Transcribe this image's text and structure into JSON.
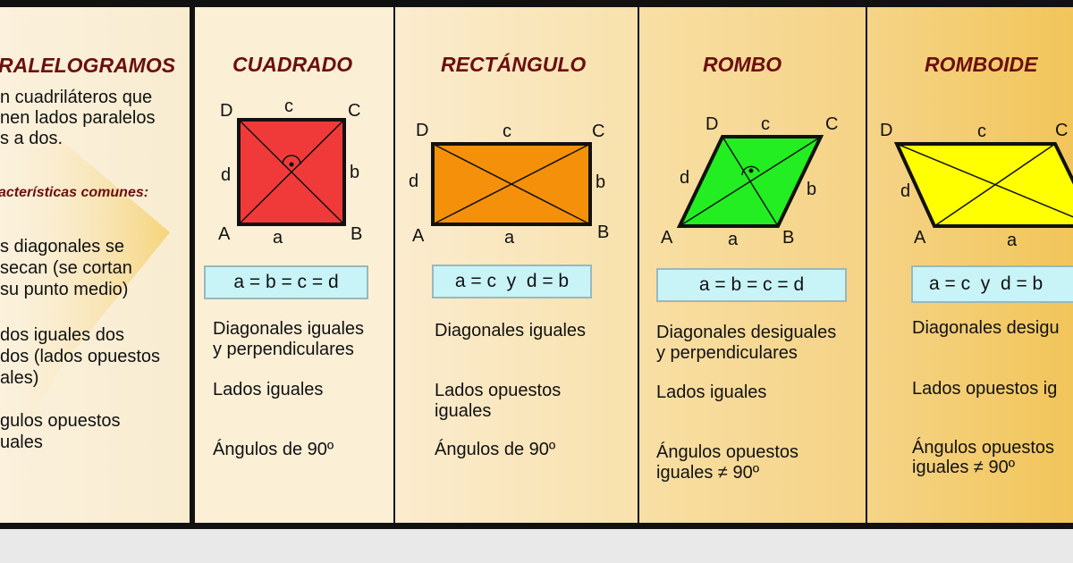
{
  "intro": {
    "title": "RALELOGRAMOS",
    "definition": [
      "n cuadriláteros que",
      "nen lados paralelos",
      "s a dos."
    ],
    "common_heading": "acterísticas comunes:",
    "items": [
      [
        "s diagonales se",
        "secan (se cortan",
        "su punto medio)"
      ],
      [
        "dos iguales dos",
        "dos (lados opuestos",
        "ales)"
      ],
      [
        "gulos opuestos",
        "uales"
      ]
    ]
  },
  "shapes": [
    {
      "name": "CUADRADO",
      "color": "#f03a3a",
      "vertices": {
        "A": "A",
        "B": "B",
        "C": "C",
        "D": "D"
      },
      "sides": {
        "a": "a",
        "b": "b",
        "c": "c",
        "d": "d"
      },
      "formula": "a = b = c = d",
      "props": [
        [
          "Diagonales iguales",
          "y perpendiculares"
        ],
        [
          "Lados iguales"
        ],
        [
          "Ángulos de 90º"
        ]
      ]
    },
    {
      "name": "RECTÁNGULO",
      "color": "#f5900a",
      "vertices": {
        "A": "A",
        "B": "B",
        "C": "C",
        "D": "D"
      },
      "sides": {
        "a": "a",
        "b": "b",
        "c": "c",
        "d": "d"
      },
      "formula": "a = c  y  d = b",
      "props": [
        [
          "Diagonales iguales"
        ],
        [
          "Lados opuestos",
          "iguales"
        ],
        [
          "Ángulos de 90º"
        ]
      ]
    },
    {
      "name": "ROMBO",
      "color": "#22ee22",
      "vertices": {
        "A": "A",
        "B": "B",
        "C": "C",
        "D": "D"
      },
      "sides": {
        "a": "a",
        "b": "b",
        "c": "c",
        "d": "d"
      },
      "formula": "a = b = c = d",
      "props": [
        [
          "Diagonales desiguales",
          "y perpendiculares"
        ],
        [
          "Lados iguales"
        ],
        [
          "Ángulos opuestos",
          "iguales ≠ 90º"
        ]
      ]
    },
    {
      "name": "ROMBOIDE",
      "color": "#ffff00",
      "vertices": {
        "A": "A",
        "C": "C",
        "D": "D"
      },
      "sides": {
        "a": "a",
        "c": "c",
        "d": "d"
      },
      "formula": "a = c  y  d = b",
      "props": [
        [
          "Diagonales desigu"
        ],
        [
          "Lados opuestos ig"
        ],
        [
          "Ángulos opuestos",
          "iguales ≠ 90º"
        ]
      ]
    }
  ]
}
